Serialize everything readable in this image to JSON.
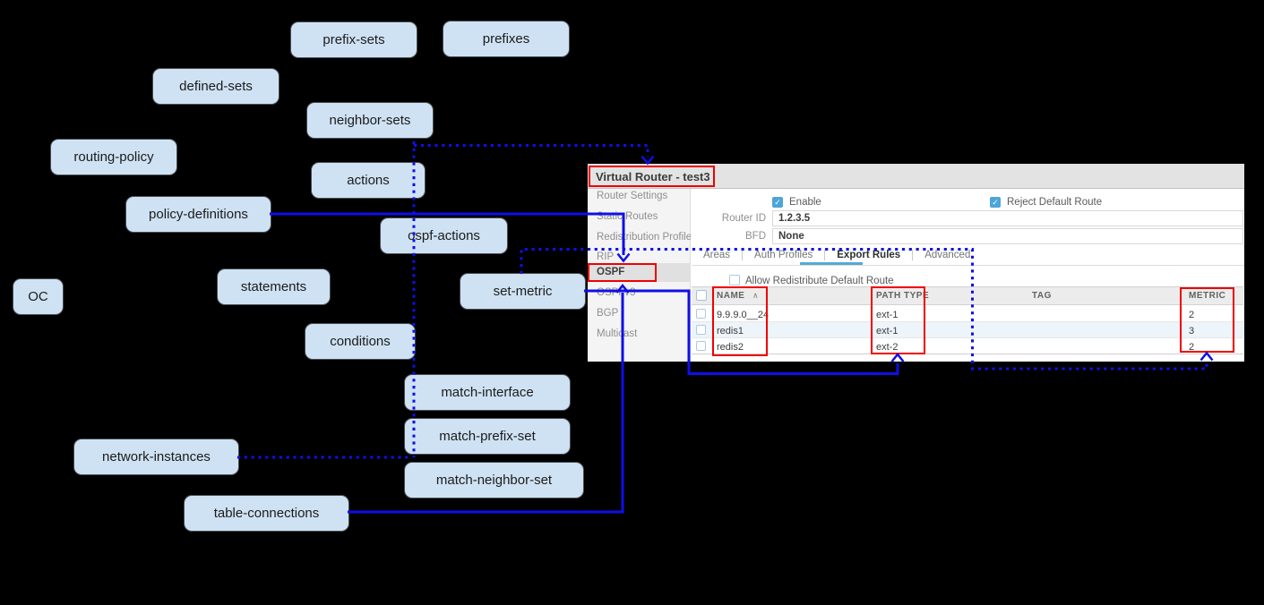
{
  "diagram": {
    "nodes": [
      {
        "id": "prefix-sets",
        "label": "prefix-sets"
      },
      {
        "id": "prefixes",
        "label": "prefixes"
      },
      {
        "id": "defined-sets",
        "label": "defined-sets"
      },
      {
        "id": "neighbor-sets",
        "label": "neighbor-sets"
      },
      {
        "id": "routing-policy",
        "label": "routing-policy"
      },
      {
        "id": "actions",
        "label": "actions"
      },
      {
        "id": "policy-definitions",
        "label": "policy-definitions"
      },
      {
        "id": "ospf-actions",
        "label": "ospf-actions"
      },
      {
        "id": "statements",
        "label": "statements"
      },
      {
        "id": "set-metric",
        "label": "set-metric"
      },
      {
        "id": "oc",
        "label": "OC"
      },
      {
        "id": "conditions",
        "label": "conditions"
      },
      {
        "id": "match-interface",
        "label": "match-interface"
      },
      {
        "id": "match-prefix-set",
        "label": "match-prefix-set"
      },
      {
        "id": "match-neighbor-set",
        "label": "match-neighbor-set"
      },
      {
        "id": "network-instances",
        "label": "network-instances"
      },
      {
        "id": "table-connections",
        "label": "table-connections"
      }
    ],
    "edges": [
      {
        "from": "neighbor-sets",
        "to": "virtual-router-panel-title",
        "style": "dotted-arrow"
      },
      {
        "from": "network-instances",
        "to": "neighbor-sets",
        "style": "dotted"
      },
      {
        "from": "policy-definitions",
        "to": "ospf-sidebar-item",
        "style": "solid-arrow"
      },
      {
        "from": "table-connections",
        "to": "ospf-sidebar-item",
        "style": "solid-arrow"
      },
      {
        "from": "set-metric",
        "to": "path-type-column",
        "style": "solid-arrow"
      },
      {
        "from": "set-metric",
        "to": "metric-column",
        "style": "dotted-arrow"
      }
    ],
    "colors": {
      "node_fill": "#cfe2f3",
      "edge_blue": "#0f0fe8",
      "highlight_red": "#ee0000",
      "canvas": "#000000"
    }
  },
  "icons": {
    "checkmark": "✓",
    "sort_ascending": "∧"
  },
  "panel": {
    "title": "Virtual Router - test3",
    "sidebar": {
      "items": [
        "Router Settings",
        "Static Routes",
        "Redistribution Profile",
        "RIP",
        "OSPF",
        "OSPFv3",
        "BGP",
        "Multicast"
      ],
      "selected": "OSPF"
    },
    "form": {
      "enable_label": "Enable",
      "enable_checked": true,
      "reject_default_route_label": "Reject Default Route",
      "reject_default_route_checked": true,
      "router_id_label": "Router ID",
      "router_id_value": "1.2.3.5",
      "bfd_label": "BFD",
      "bfd_value": "None"
    },
    "tabs": {
      "items": [
        "Areas",
        "Auth Profiles",
        "Export Rules",
        "Advanced"
      ],
      "active": "Export Rules"
    },
    "allow_redistribute_label": "Allow Redistribute Default Route",
    "allow_redistribute_checked": false,
    "table": {
      "columns": [
        "NAME",
        "PATH TYPE",
        "TAG",
        "METRIC"
      ],
      "sort_column": "NAME",
      "rows": [
        [
          "9.9.9.0__24",
          "ext-1",
          "",
          "2"
        ],
        [
          "redis1",
          "ext-1",
          "",
          "3"
        ],
        [
          "redis2",
          "ext-2",
          "",
          "2"
        ]
      ]
    }
  }
}
